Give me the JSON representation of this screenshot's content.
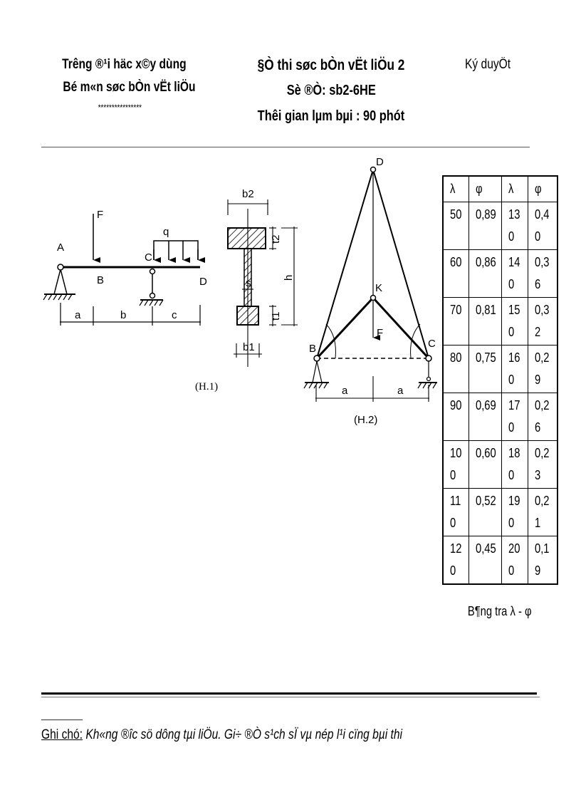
{
  "header": {
    "left": {
      "line1": "Trêng ®¹i häc x©y dùng",
      "line2": "Bé m«n søc bÒn vËt liÖu",
      "stars": "****************"
    },
    "center": {
      "title": "§Ò thi søc bÒn vËt liÖu 2",
      "code": "Sè ®Ò: sb2-6HE",
      "time": "Thêi gian lµm bµi : 90 phót"
    },
    "right": {
      "approval": "Ký duyÖt"
    }
  },
  "figure1": {
    "labels": {
      "A": "A",
      "B": "B",
      "C": "C",
      "D": "D",
      "F": "F",
      "q": "q",
      "a": "a",
      "b": "b",
      "c": "c"
    },
    "section": {
      "b2": "b2",
      "t2": "t2",
      "h": "h",
      "s": "s",
      "t1": "t1",
      "b1": "b1"
    },
    "caption": "(H.1)"
  },
  "figure2": {
    "labels": {
      "D": "D",
      "K": "K",
      "F": "F",
      "B": "B",
      "C": "C",
      "a1": "a",
      "a2": "a"
    },
    "caption": "(H.2)"
  },
  "lookup_table": {
    "headers": [
      "λ",
      "φ",
      "λ",
      "φ"
    ],
    "rows": [
      [
        "50",
        "0,89",
        "130",
        "0,40"
      ],
      [
        "60",
        "0,86",
        "140",
        "0,36"
      ],
      [
        "70",
        "0,81",
        "150",
        "0,32"
      ],
      [
        "80",
        "0,75",
        "160",
        "0,29"
      ],
      [
        "90",
        "0,69",
        "170",
        "0,26"
      ],
      [
        "100",
        "0,60",
        "180",
        "0,23"
      ],
      [
        "110",
        "0,52",
        "190",
        "0,21"
      ],
      [
        "120",
        "0,45",
        "200",
        "0,19"
      ]
    ],
    "caption": "B¶ng tra λ - φ"
  },
  "footer": {
    "note_label": "Ghi chó:",
    "note_text": " Kh«ng ®îc sö dông tµi liÖu. Gi÷ ®Ò s¹ch sÏ vµ nép l¹i cïng bµi thi"
  }
}
